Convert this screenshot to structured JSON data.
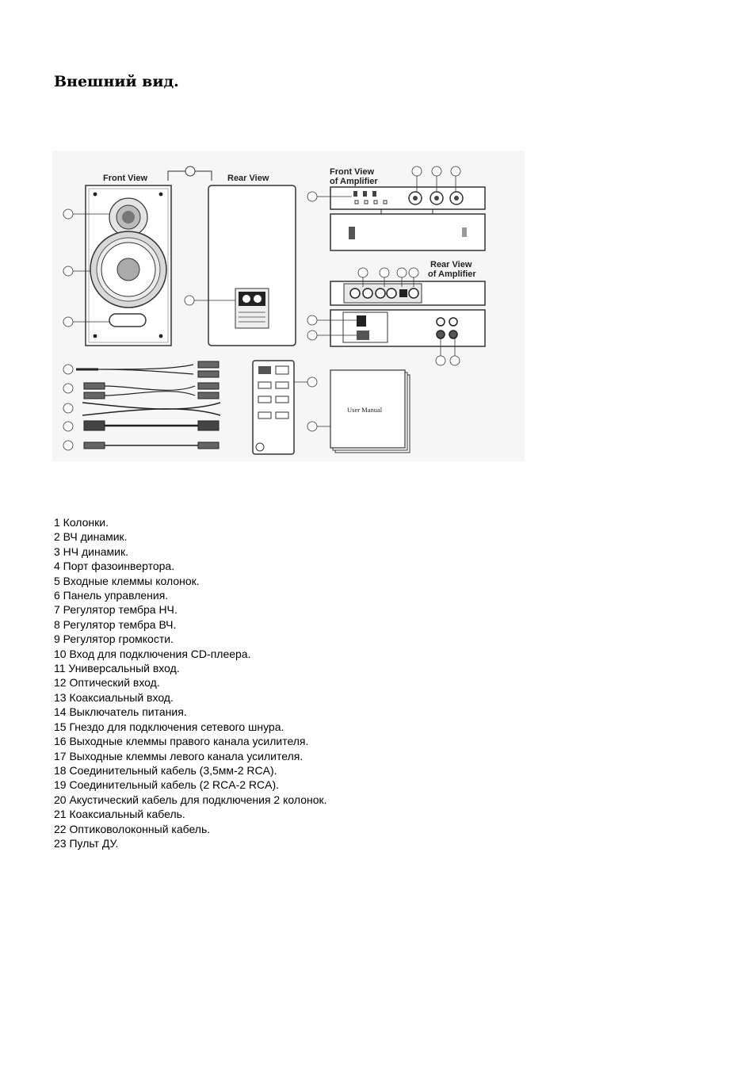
{
  "page_title": "Внешний вид.",
  "figure": {
    "front_view": "Front View",
    "rear_view": "Rear View",
    "front_view_amp_line1": "Front View",
    "front_view_amp_line2": "of Amplifier",
    "rear_view_amp_line1": "Rear View",
    "rear_view_amp_line2": "of Amplifier",
    "manual_label": "User Manual"
  },
  "legend": [
    "1 Колонки.",
    "2 ВЧ динамик.",
    "3 НЧ динамик.",
    "4 Порт фазоинвертора.",
    "5 Входные клеммы колонок.",
    "6 Панель управления.",
    "7 Регулятор тембра НЧ.",
    "8 Регулятор тембра ВЧ.",
    "9 Регулятор громкости.",
    "10 Вход для подключения CD-плеера.",
    "11 Универсальный вход.",
    "12 Оптический вход.",
    "13 Коаксиальный вход.",
    "14 Выключатель питания.",
    "15 Гнездо для подключения сетевого шнура.",
    "16 Выходные клеммы правого канала усилителя.",
    "17 Выходные клеммы левого канала усилителя.",
    "18 Соединительный кабель (3,5мм-2 RCA).",
    "19 Соединительный кабель (2 RCA-2 RCA).",
    "20 Акустический кабель для подключения 2 колонок.",
    "21 Коаксиальный кабель.",
    "22 Оптиковолоконный кабель.",
    "23 Пульт ДУ."
  ]
}
